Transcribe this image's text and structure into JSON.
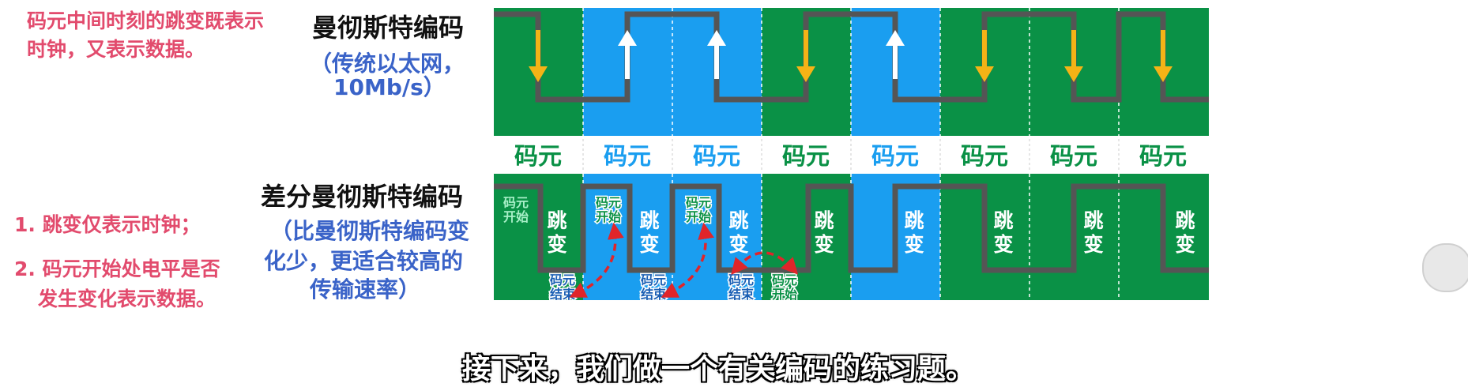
{
  "notes": {
    "top_line1": "码元中间时刻的跳变既表示",
    "top_line2": "时钟，又表示数据。",
    "item1": "1. 跳变仅表示时钟；",
    "item2_line1": "2. 码元开始处电平是否",
    "item2_line2": "发生变化表示数据。"
  },
  "manchester": {
    "title": "曼彻斯特编码",
    "desc_line1": "（传统以太网，",
    "desc_line2": "10Mb/s）",
    "cell_colors": [
      "green",
      "blue",
      "blue",
      "green",
      "blue",
      "green",
      "green",
      "green"
    ]
  },
  "diff_manchester": {
    "title": "差分曼彻斯特编码",
    "desc_line1": "（比曼彻斯特编码变",
    "desc_line2": "化少，更适合较高的",
    "desc_line3": "传输速率）",
    "cell_colors": [
      "green",
      "blue",
      "blue",
      "green",
      "blue",
      "green",
      "green",
      "green"
    ],
    "tiao": "跳",
    "bian": "变",
    "tag_start_top": "码元",
    "tag_start_bottom": "开始",
    "tag_end_top": "码元",
    "tag_end_bottom": "结束"
  },
  "code_unit_label": "码元",
  "subtitle": "接下来，我们做一个有关编码的练习题。",
  "colors": {
    "green": "#0a9146",
    "blue": "#1a9ef0",
    "signal": "#555555",
    "arrow_orange": "#f5b316",
    "arrow_white": "#ffffff",
    "note_red": "#e24b6d",
    "desc_blue": "#3a63c8",
    "curve_red": "#e0252a"
  }
}
